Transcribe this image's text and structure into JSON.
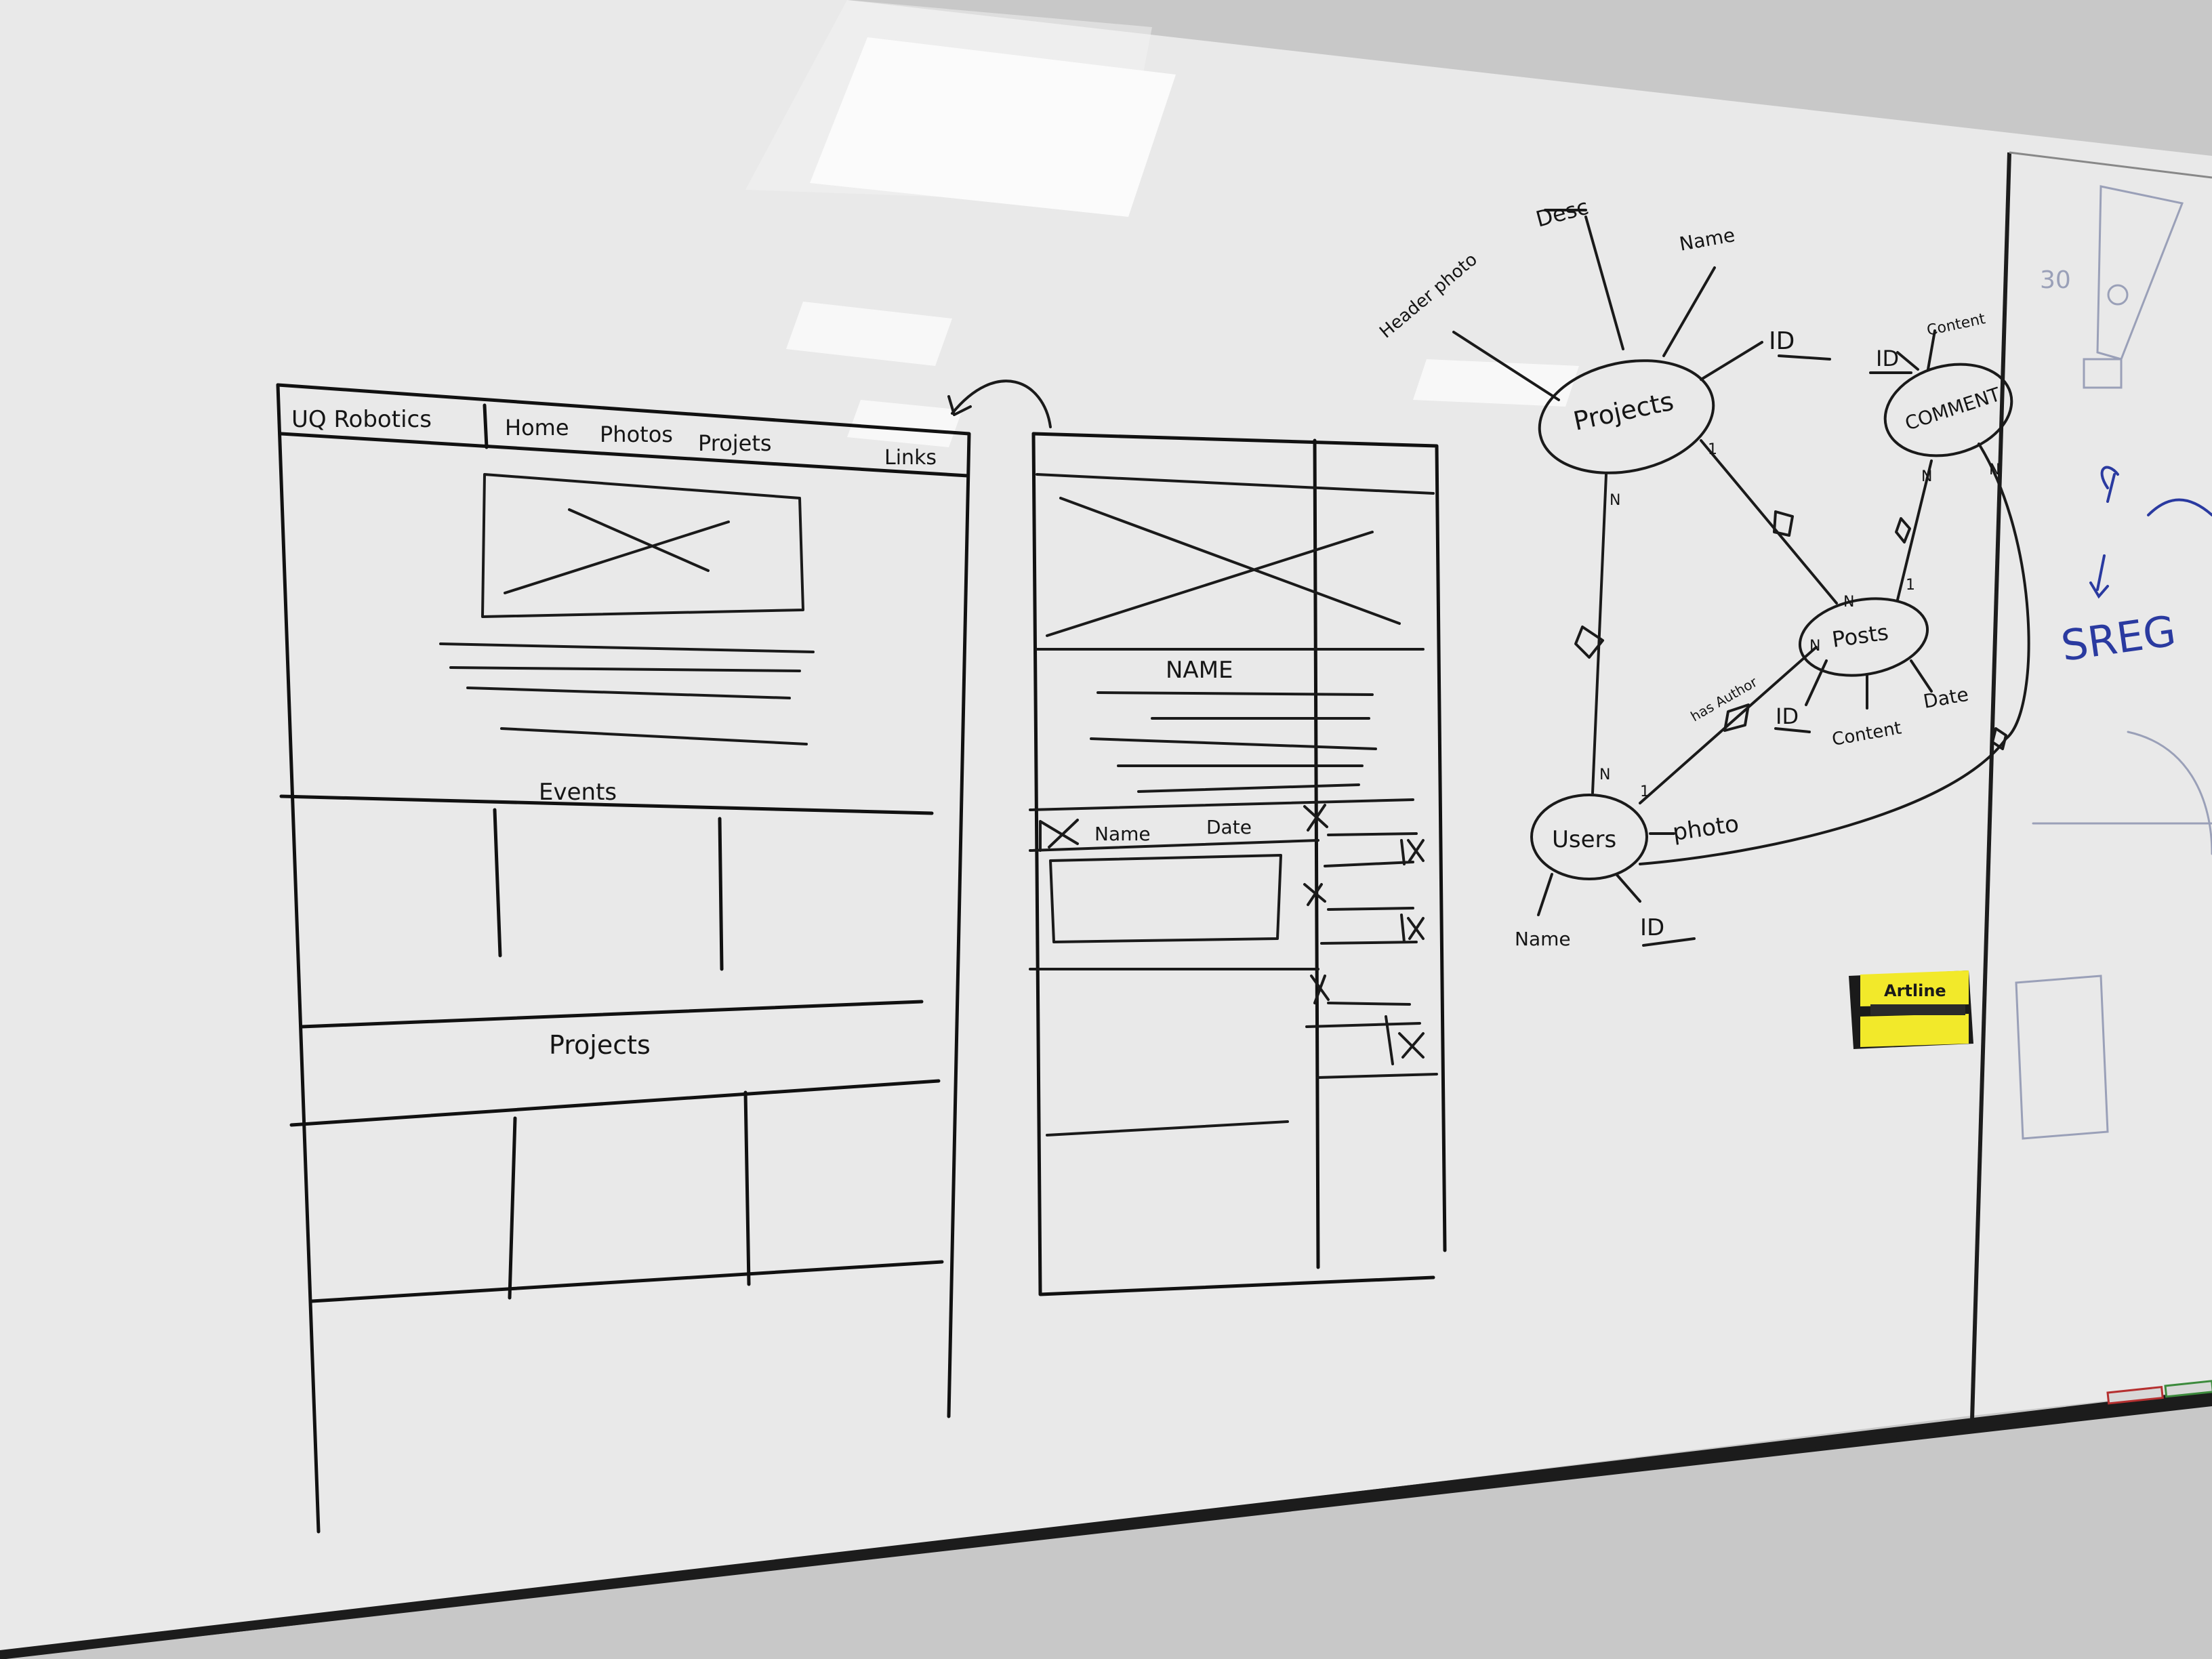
{
  "colors": {
    "wall": "#c9c9c9",
    "board": "#eeeeee",
    "ink": "#111111",
    "blue_ink": "#2a3aa0",
    "eraser_yellow": "#f2e92a",
    "frame": "#1c1c1c"
  },
  "wireframe_home": {
    "brand": "UQ Robotics",
    "nav": [
      "Home",
      "Photos",
      "Projets",
      "Links"
    ],
    "events_heading": "Events",
    "projects_heading": "Projects"
  },
  "wireframe_detail": {
    "name_label": "NAME",
    "table_headers": [
      "Name",
      "Date"
    ]
  },
  "er_diagram": {
    "entities": {
      "projects": "Projects",
      "comment": "COMMENT",
      "posts": "Posts",
      "users": "Users"
    },
    "attributes": {
      "desc": "Desc",
      "name_top": "Name",
      "header_photo": "Header photo",
      "id_projects": "ID",
      "id_comment": "ID",
      "content_comment": "Content",
      "id_posts": "ID",
      "content_posts": "Content",
      "date_posts": "Date",
      "photo_users": "photo",
      "name_users": "Name",
      "id_users": "ID"
    },
    "relationships": {
      "has_author": "has Author"
    },
    "cardinalities": [
      "N",
      "1",
      "N",
      "N",
      "1",
      "N",
      "N",
      "1",
      "N"
    ]
  },
  "right_board": {
    "number": "30",
    "blue_text": "SREG"
  },
  "eraser": {
    "brand": "Artline"
  }
}
